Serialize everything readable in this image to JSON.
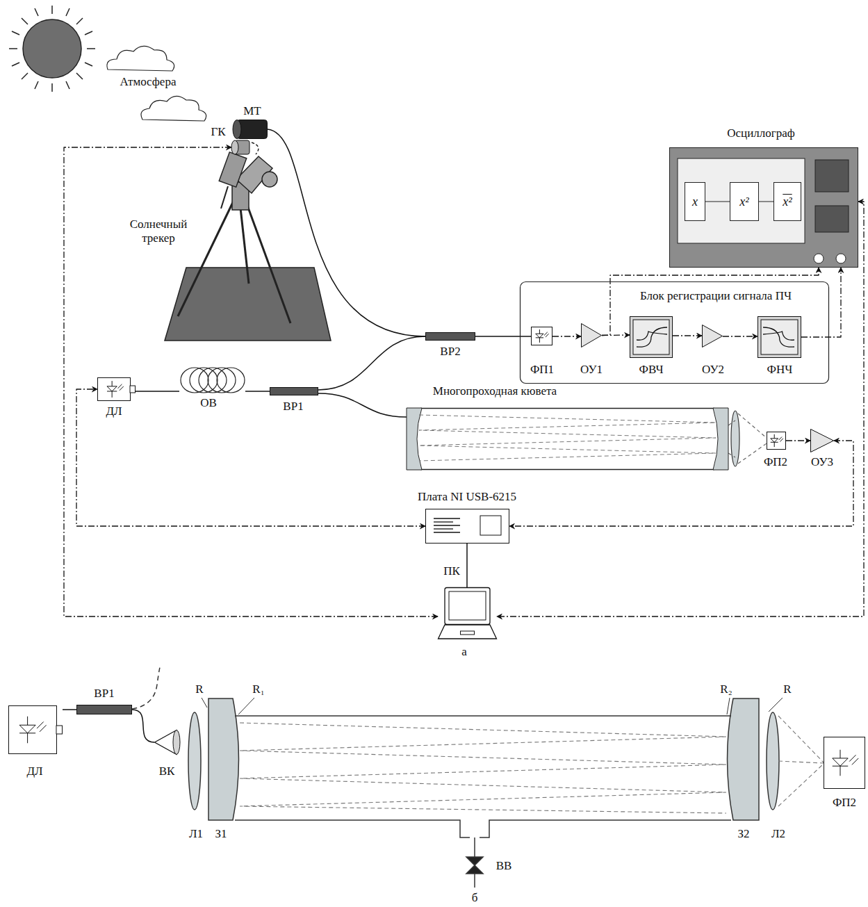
{
  "diagram": {
    "nodes": [
      {
        "text": [
          "Осциллограф"
        ]
      },
      {
        "text": [
          "x"
        ],
        "in": 0
      },
      {
        "text": [
          "x²"
        ],
        "in": 0
      },
      {
        "text": [
          "x²"
        ],
        "in": 0
      },
      {
        "text": [
          "Блок регистрации сигнала ПЧ"
        ]
      },
      {
        "text": [
          "ФП1"
        ],
        "in": 4
      },
      {
        "text": [
          "ОУ1"
        ],
        "in": 4
      },
      {
        "text": [
          "ФВЧ"
        ],
        "in": 4
      },
      {
        "text": [
          "ОУ2"
        ],
        "in": 4
      },
      {
        "text": [
          "ФНЧ"
        ],
        "in": 4
      },
      {
        "text": [
          "МТ"
        ]
      },
      {
        "text": [
          "ГК"
        ]
      },
      {
        "text": [
          "ДЛ"
        ]
      },
      {
        "text": [
          "ОВ"
        ]
      },
      {
        "text": [
          "ВР1"
        ]
      },
      {
        "text": [
          "ВР2"
        ]
      },
      {
        "text": [
          "Многопроходная кювета"
        ]
      },
      {
        "text": [
          "ФП2"
        ]
      },
      {
        "text": [
          "ОУ3"
        ]
      },
      {
        "text": [
          "Плата NI USB-6215"
        ]
      },
      {
        "text": [
          "ПК"
        ]
      },
      {
        "text": [
          "ДЛ"
        ]
      },
      {
        "text": [
          "ВР1"
        ]
      },
      {
        "text": [
          "ВК"
        ]
      },
      {
        "text": [
          "ФП2"
        ]
      }
    ],
    "edges": [
      {
        "from": 12,
        "to": 13,
        "arrow": "none"
      },
      {
        "from": 13,
        "to": 14,
        "arrow": "none"
      },
      {
        "from": 14,
        "to": 15,
        "arrow": "none"
      },
      {
        "from": 14,
        "to": 16,
        "arrow": "none"
      },
      {
        "from": 10,
        "to": 15,
        "arrow": "none"
      },
      {
        "from": 15,
        "to": 5,
        "arrow": "none"
      },
      {
        "from": 5,
        "to": 6,
        "arrow": "to"
      },
      {
        "from": 6,
        "to": 7,
        "arrow": "to"
      },
      {
        "from": 7,
        "to": 8,
        "arrow": "to"
      },
      {
        "from": 8,
        "to": 9,
        "arrow": "to"
      },
      {
        "from": 6,
        "to": 0,
        "arrow": "to"
      },
      {
        "from": 9,
        "to": 0,
        "arrow": "to"
      },
      {
        "from": 17,
        "to": 18,
        "arrow": "to"
      },
      {
        "from": 18,
        "to": 19,
        "arrow": "both"
      },
      {
        "from": 19,
        "to": 12,
        "arrow": "both"
      },
      {
        "from": 20,
        "to": 11,
        "arrow": "both"
      },
      {
        "from": 0,
        "to": 20,
        "arrow": "both"
      },
      {
        "from": 19,
        "to": 20,
        "arrow": "none"
      },
      {
        "from": 21,
        "to": 22,
        "arrow": "none"
      },
      {
        "from": 22,
        "to": 23,
        "arrow": "none"
      }
    ],
    "labels": [
      "Атмосфера",
      "Солнечный трекер",
      "а",
      "R",
      "R₁",
      "R₂",
      "R",
      "Л1",
      "З1",
      "З2",
      "Л2",
      "ВВ",
      "б"
    ]
  }
}
